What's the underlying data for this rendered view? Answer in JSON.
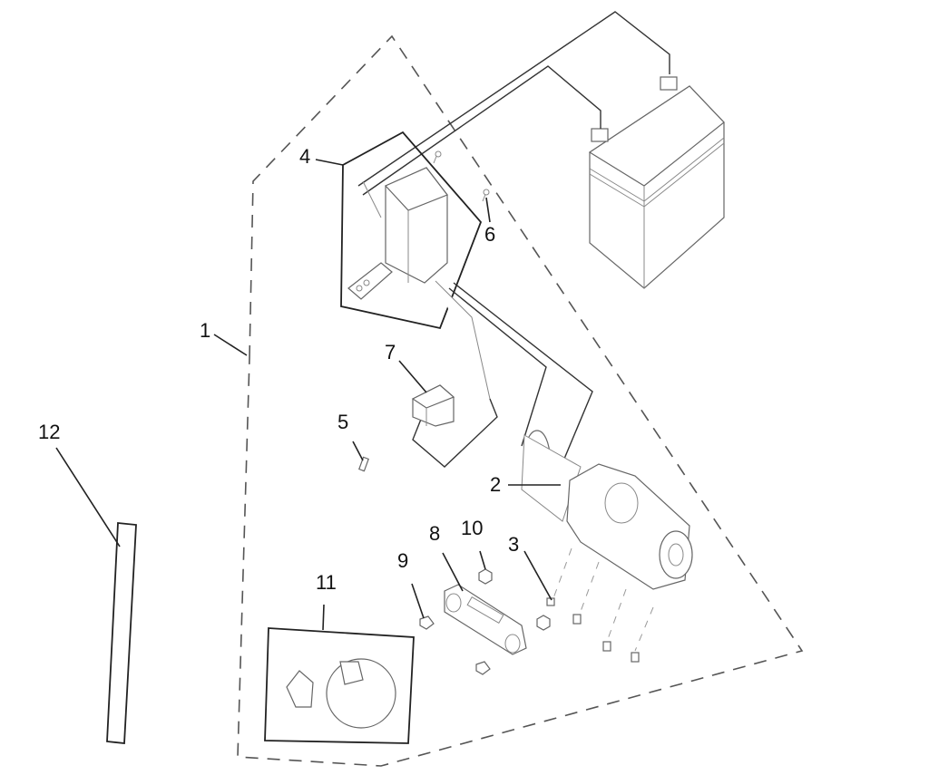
{
  "diagram": {
    "title": "Winch kit exploded parts diagram",
    "callouts": [
      {
        "id": "1",
        "label": "1",
        "part": "winch-kit-assembly-outline"
      },
      {
        "id": "2",
        "label": "2",
        "part": "winch-motor"
      },
      {
        "id": "3",
        "label": "3",
        "part": "mounting-bolt"
      },
      {
        "id": "4",
        "label": "4",
        "part": "control-box-assembly"
      },
      {
        "id": "5",
        "label": "5",
        "part": "small-pin"
      },
      {
        "id": "6",
        "label": "6",
        "part": "control-box-screw"
      },
      {
        "id": "7",
        "label": "7",
        "part": "switch-connector"
      },
      {
        "id": "8",
        "label": "8",
        "part": "fairlead"
      },
      {
        "id": "9",
        "label": "9",
        "part": "fairlead-bolt"
      },
      {
        "id": "10",
        "label": "10",
        "part": "fairlead-nut"
      },
      {
        "id": "11",
        "label": "11",
        "part": "hook-and-stopper-set"
      },
      {
        "id": "12",
        "label": "12",
        "part": "strap-bar"
      }
    ]
  }
}
